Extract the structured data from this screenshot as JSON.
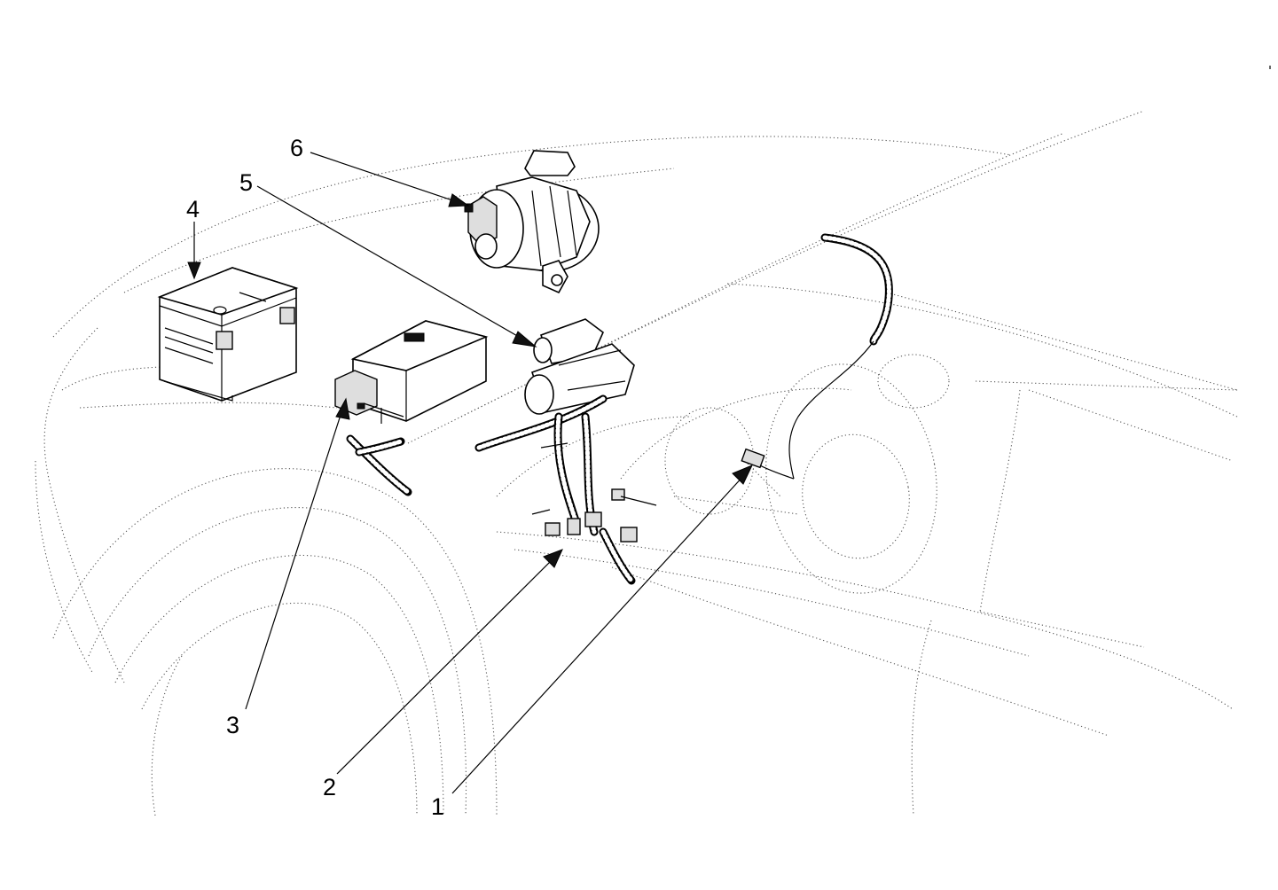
{
  "callouts": {
    "n1": "1",
    "n2": "2",
    "n3": "3",
    "n4": "4",
    "n5": "5",
    "n6": "6"
  },
  "colors": {
    "background": "#ffffff",
    "line": "#000000",
    "ghost_outline": "#555555"
  }
}
